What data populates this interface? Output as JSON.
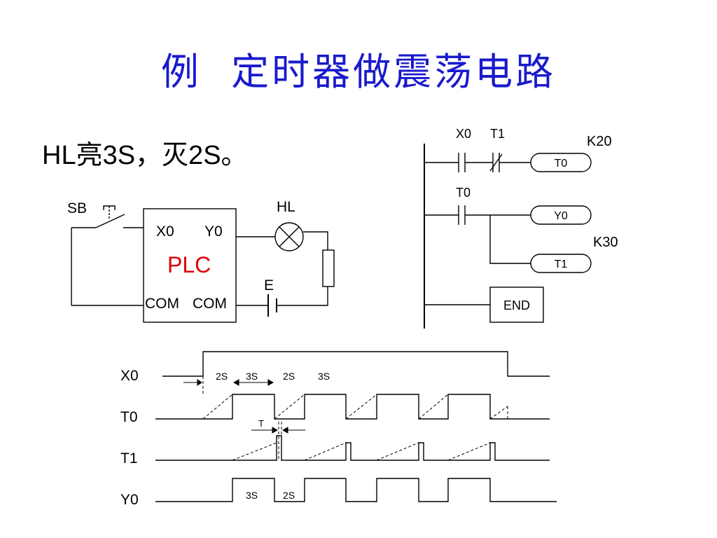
{
  "slide": {
    "title": "例  定时器做震荡电路",
    "subtitle": "HL亮3S，灭2S。"
  },
  "wiring": {
    "sb": "SB",
    "hl": "HL",
    "plc": "PLC",
    "x0": "X0",
    "y0": "Y0",
    "com1": "COM",
    "com2": "COM",
    "e": "E"
  },
  "ladder": {
    "rung1_contact1": "X0",
    "rung1_contact2": "T1",
    "rung1_coil": "T0",
    "rung1_preset": "K20",
    "rung2_contact": "T0",
    "rung2_coil": "Y0",
    "rung3_coil": "T1",
    "rung3_preset": "K30",
    "end": "END"
  },
  "timing": {
    "signals": [
      "X0",
      "T0",
      "T1",
      "Y0"
    ],
    "x0_labels": [
      "2S",
      "3S",
      "2S",
      "3S"
    ],
    "t_label": "T",
    "y0_labels": [
      "3S",
      "2S"
    ]
  },
  "colors": {
    "title": "#1a1acc",
    "plc": "#dd0000"
  }
}
